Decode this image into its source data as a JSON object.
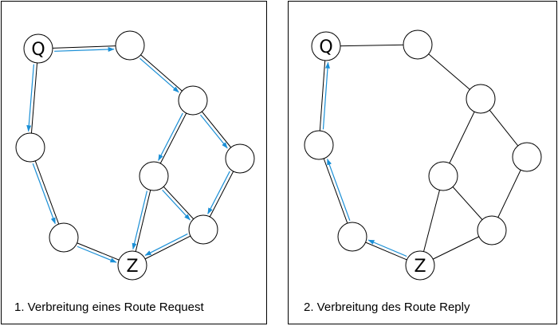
{
  "colors": {
    "message": "#1a8fd6",
    "edge": "#000000",
    "node_fill": "#ffffff"
  },
  "panels": [
    {
      "caption": "1. Verbreitung eines Route Request",
      "nodes": [
        {
          "id": "Q",
          "label": "Q"
        },
        {
          "id": "A",
          "label": ""
        },
        {
          "id": "B",
          "label": ""
        },
        {
          "id": "C",
          "label": ""
        },
        {
          "id": "D",
          "label": ""
        },
        {
          "id": "E",
          "label": ""
        },
        {
          "id": "F",
          "label": ""
        },
        {
          "id": "G",
          "label": ""
        },
        {
          "id": "Z",
          "label": "Z"
        }
      ],
      "edges": [
        [
          "Q",
          "A"
        ],
        [
          "Q",
          "C"
        ],
        [
          "A",
          "B"
        ],
        [
          "B",
          "D"
        ],
        [
          "B",
          "E"
        ],
        [
          "C",
          "G"
        ],
        [
          "G",
          "Z"
        ],
        [
          "D",
          "Z"
        ],
        [
          "D",
          "F"
        ],
        [
          "E",
          "F"
        ],
        [
          "F",
          "Z"
        ]
      ],
      "messages": [
        [
          "Q",
          "A"
        ],
        [
          "Q",
          "C"
        ],
        [
          "A",
          "B"
        ],
        [
          "B",
          "D"
        ],
        [
          "B",
          "E"
        ],
        [
          "C",
          "G"
        ],
        [
          "G",
          "Z"
        ],
        [
          "D",
          "Z"
        ],
        [
          "D",
          "F"
        ],
        [
          "E",
          "F"
        ],
        [
          "F",
          "Z"
        ]
      ]
    },
    {
      "caption": "2. Verbreitung des Route Reply",
      "nodes": [
        {
          "id": "Q",
          "label": "Q"
        },
        {
          "id": "A",
          "label": ""
        },
        {
          "id": "B",
          "label": ""
        },
        {
          "id": "C",
          "label": ""
        },
        {
          "id": "D",
          "label": ""
        },
        {
          "id": "E",
          "label": ""
        },
        {
          "id": "F",
          "label": ""
        },
        {
          "id": "G",
          "label": ""
        },
        {
          "id": "Z",
          "label": "Z"
        }
      ],
      "edges": [
        [
          "Q",
          "A"
        ],
        [
          "Q",
          "C"
        ],
        [
          "A",
          "B"
        ],
        [
          "B",
          "D"
        ],
        [
          "B",
          "E"
        ],
        [
          "C",
          "G"
        ],
        [
          "G",
          "Z"
        ],
        [
          "D",
          "Z"
        ],
        [
          "D",
          "F"
        ],
        [
          "E",
          "F"
        ],
        [
          "F",
          "Z"
        ]
      ],
      "messages": [
        [
          "Z",
          "G"
        ],
        [
          "G",
          "C"
        ],
        [
          "C",
          "Q"
        ]
      ]
    }
  ]
}
